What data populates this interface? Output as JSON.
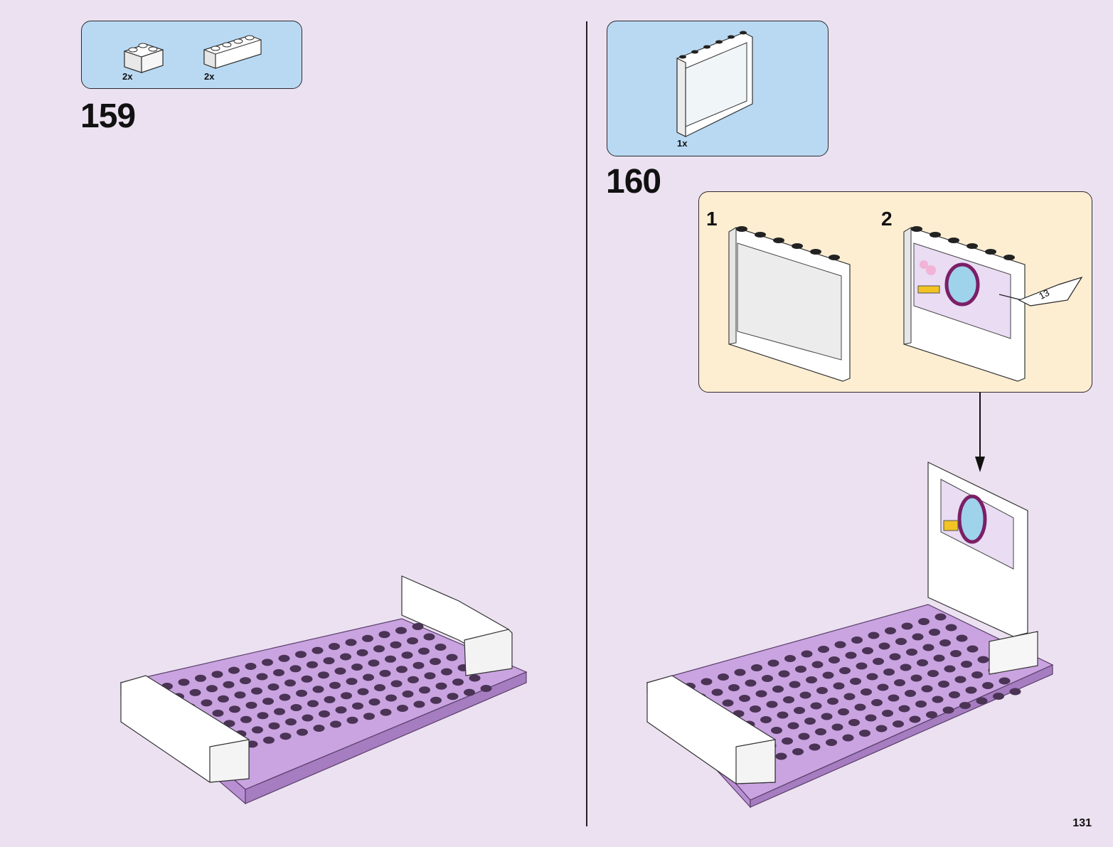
{
  "page": {
    "number": "131"
  },
  "steps": [
    {
      "number": "159",
      "parts": [
        {
          "name": "corner-brick-1x2x2",
          "quantity": "2x"
        },
        {
          "name": "brick-1x4",
          "quantity": "2x"
        }
      ]
    },
    {
      "number": "160",
      "parts": [
        {
          "name": "panel-1x6x5",
          "quantity": "1x"
        }
      ],
      "substeps": [
        {
          "number": "1"
        },
        {
          "number": "2",
          "sticker_number": "13"
        }
      ]
    }
  ],
  "colors": {
    "background": "#ece1f1",
    "parts_box": "#b9d9f3",
    "substep_box": "#fdeed2",
    "plate_lavender": "#c9a4e0",
    "brick_white": "#ffffff"
  }
}
